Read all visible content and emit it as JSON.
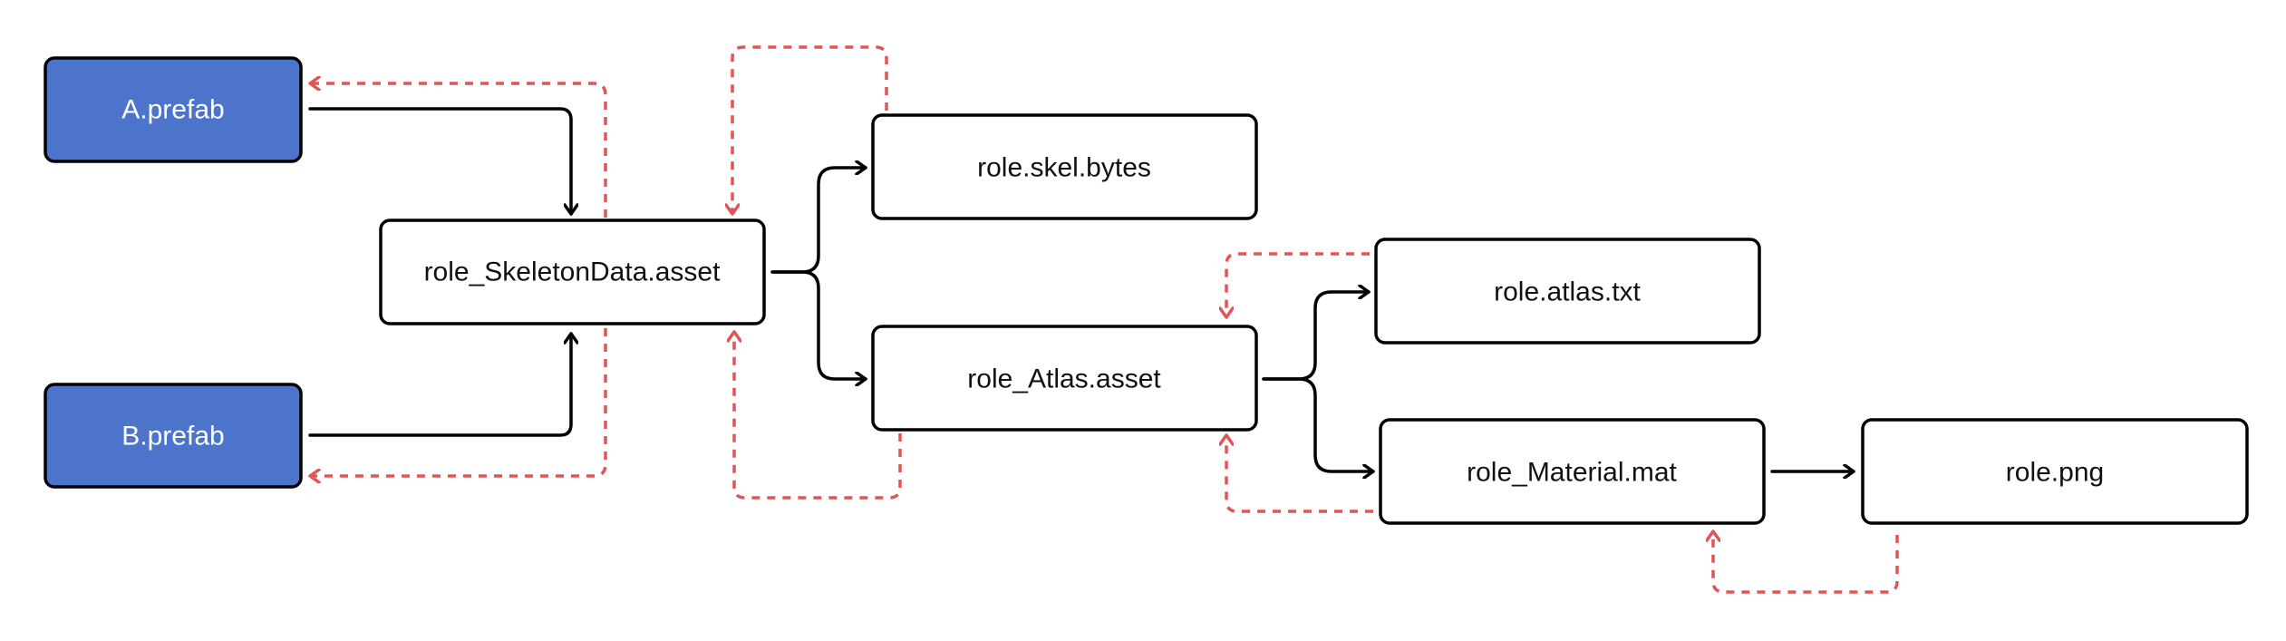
{
  "colors": {
    "primary_fill": "#4d74cb",
    "primary_text": "#ffffff",
    "default_fill": "#ffffff",
    "default_text": "#111111",
    "dependency_line": "#000000",
    "reference_line": "#e05555"
  },
  "nodes": {
    "a_prefab": {
      "label": "A.prefab",
      "style": "primary"
    },
    "b_prefab": {
      "label": "B.prefab",
      "style": "primary"
    },
    "skeleton_data": {
      "label": "role_SkeletonData.asset",
      "style": "default"
    },
    "skel_bytes": {
      "label": "role.skel.bytes",
      "style": "default"
    },
    "atlas_asset": {
      "label": "role_Atlas.asset",
      "style": "default"
    },
    "atlas_txt": {
      "label": "role.atlas.txt",
      "style": "default"
    },
    "material": {
      "label": "role_Material.mat",
      "style": "default"
    },
    "png": {
      "label": "role.png",
      "style": "default"
    }
  },
  "edges": {
    "dependencies": [
      {
        "from": "a_prefab",
        "to": "skeleton_data"
      },
      {
        "from": "b_prefab",
        "to": "skeleton_data"
      },
      {
        "from": "skeleton_data",
        "to": "skel_bytes"
      },
      {
        "from": "skeleton_data",
        "to": "atlas_asset"
      },
      {
        "from": "atlas_asset",
        "to": "atlas_txt"
      },
      {
        "from": "atlas_asset",
        "to": "material"
      },
      {
        "from": "material",
        "to": "png"
      }
    ],
    "references": [
      {
        "from": "skeleton_data",
        "to": "a_prefab"
      },
      {
        "from": "skeleton_data",
        "to": "b_prefab"
      },
      {
        "from": "skel_bytes",
        "to": "skeleton_data"
      },
      {
        "from": "atlas_asset",
        "to": "skeleton_data"
      },
      {
        "from": "atlas_txt",
        "to": "atlas_asset"
      },
      {
        "from": "material",
        "to": "atlas_asset"
      },
      {
        "from": "png",
        "to": "material"
      }
    ]
  }
}
